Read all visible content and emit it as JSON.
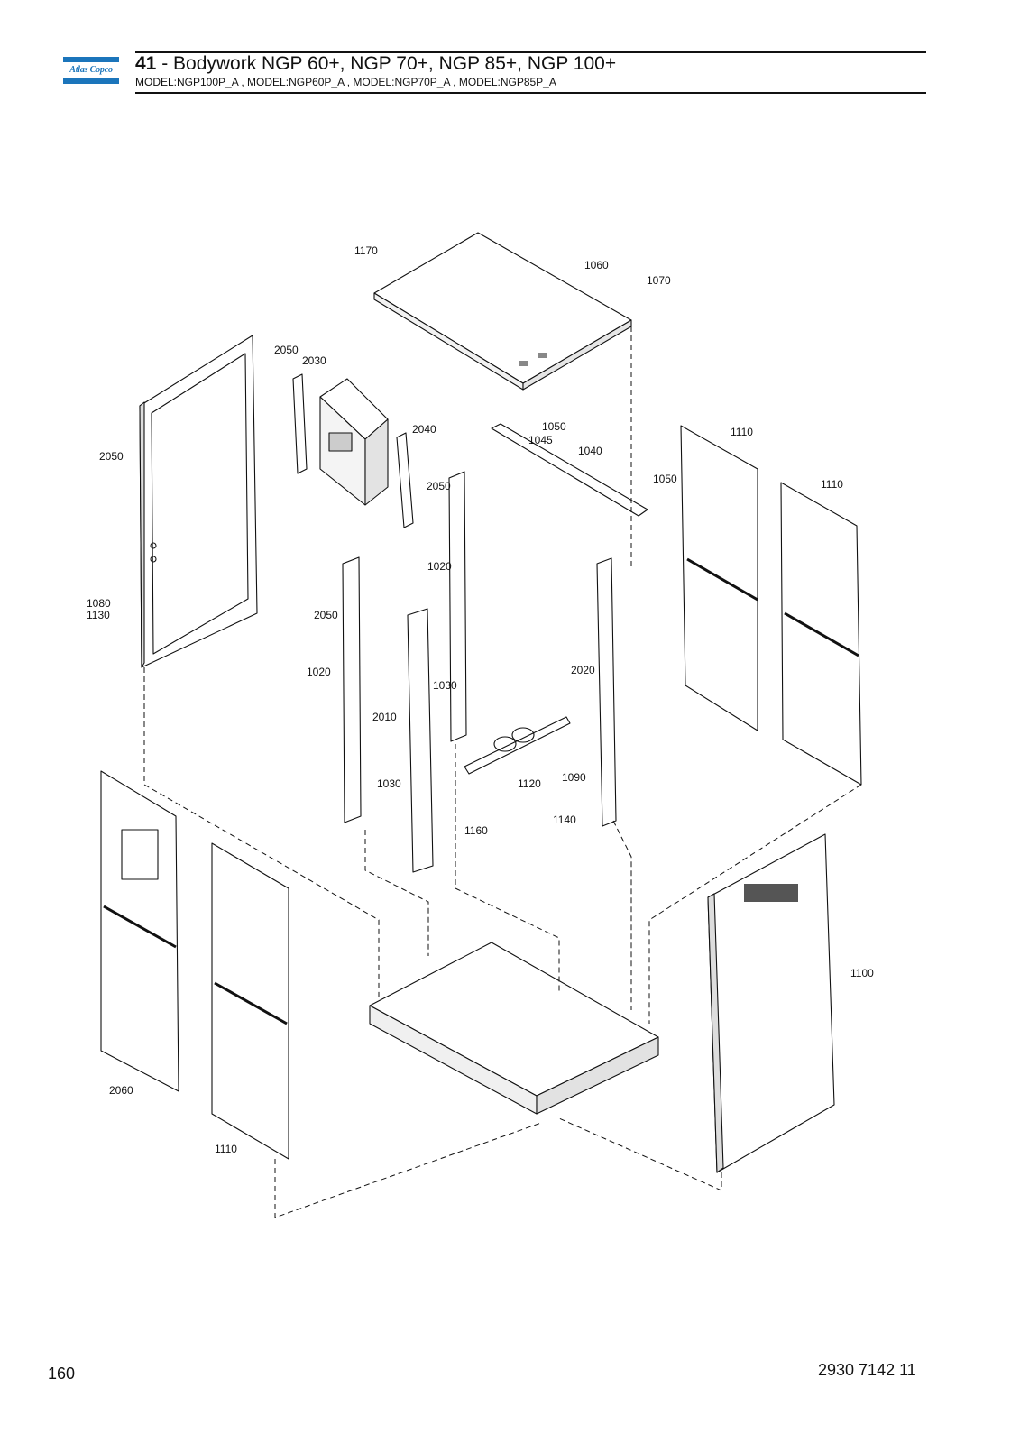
{
  "header": {
    "logo_text": "Atlas Copco",
    "title_number": "41",
    "title_text": " - Bodywork NGP 60+, NGP 70+, NGP 85+, NGP 100+",
    "models": "MODEL:NGP100P_A , MODEL:NGP60P_A , MODEL:NGP70P_A , MODEL:NGP85P_A"
  },
  "callouts": {
    "c1170": "1170",
    "c1060": "1060",
    "c1070": "1070",
    "c2050a": "2050",
    "c2030": "2030",
    "c2050b": "2050",
    "c2040": "2040",
    "c2050c": "2050",
    "c1050a": "1050",
    "c1045": "1045",
    "c1040": "1040",
    "c1050b": "1050",
    "c1110a": "1110",
    "c1110b": "1110",
    "c1080": "1080",
    "c1130": "1130",
    "c1020a": "1020",
    "c2050d": "2050",
    "c1020b": "1020",
    "c1030a": "1030",
    "c2010": "2010",
    "c2020": "2020",
    "c1030b": "1030",
    "c1120": "1120",
    "c1090": "1090",
    "c1140": "1140",
    "c1160": "1160",
    "c1100": "1100",
    "c2060": "2060",
    "c1110c": "1110"
  },
  "footer": {
    "page_number": "160",
    "document_number": "2930 7142 11"
  }
}
